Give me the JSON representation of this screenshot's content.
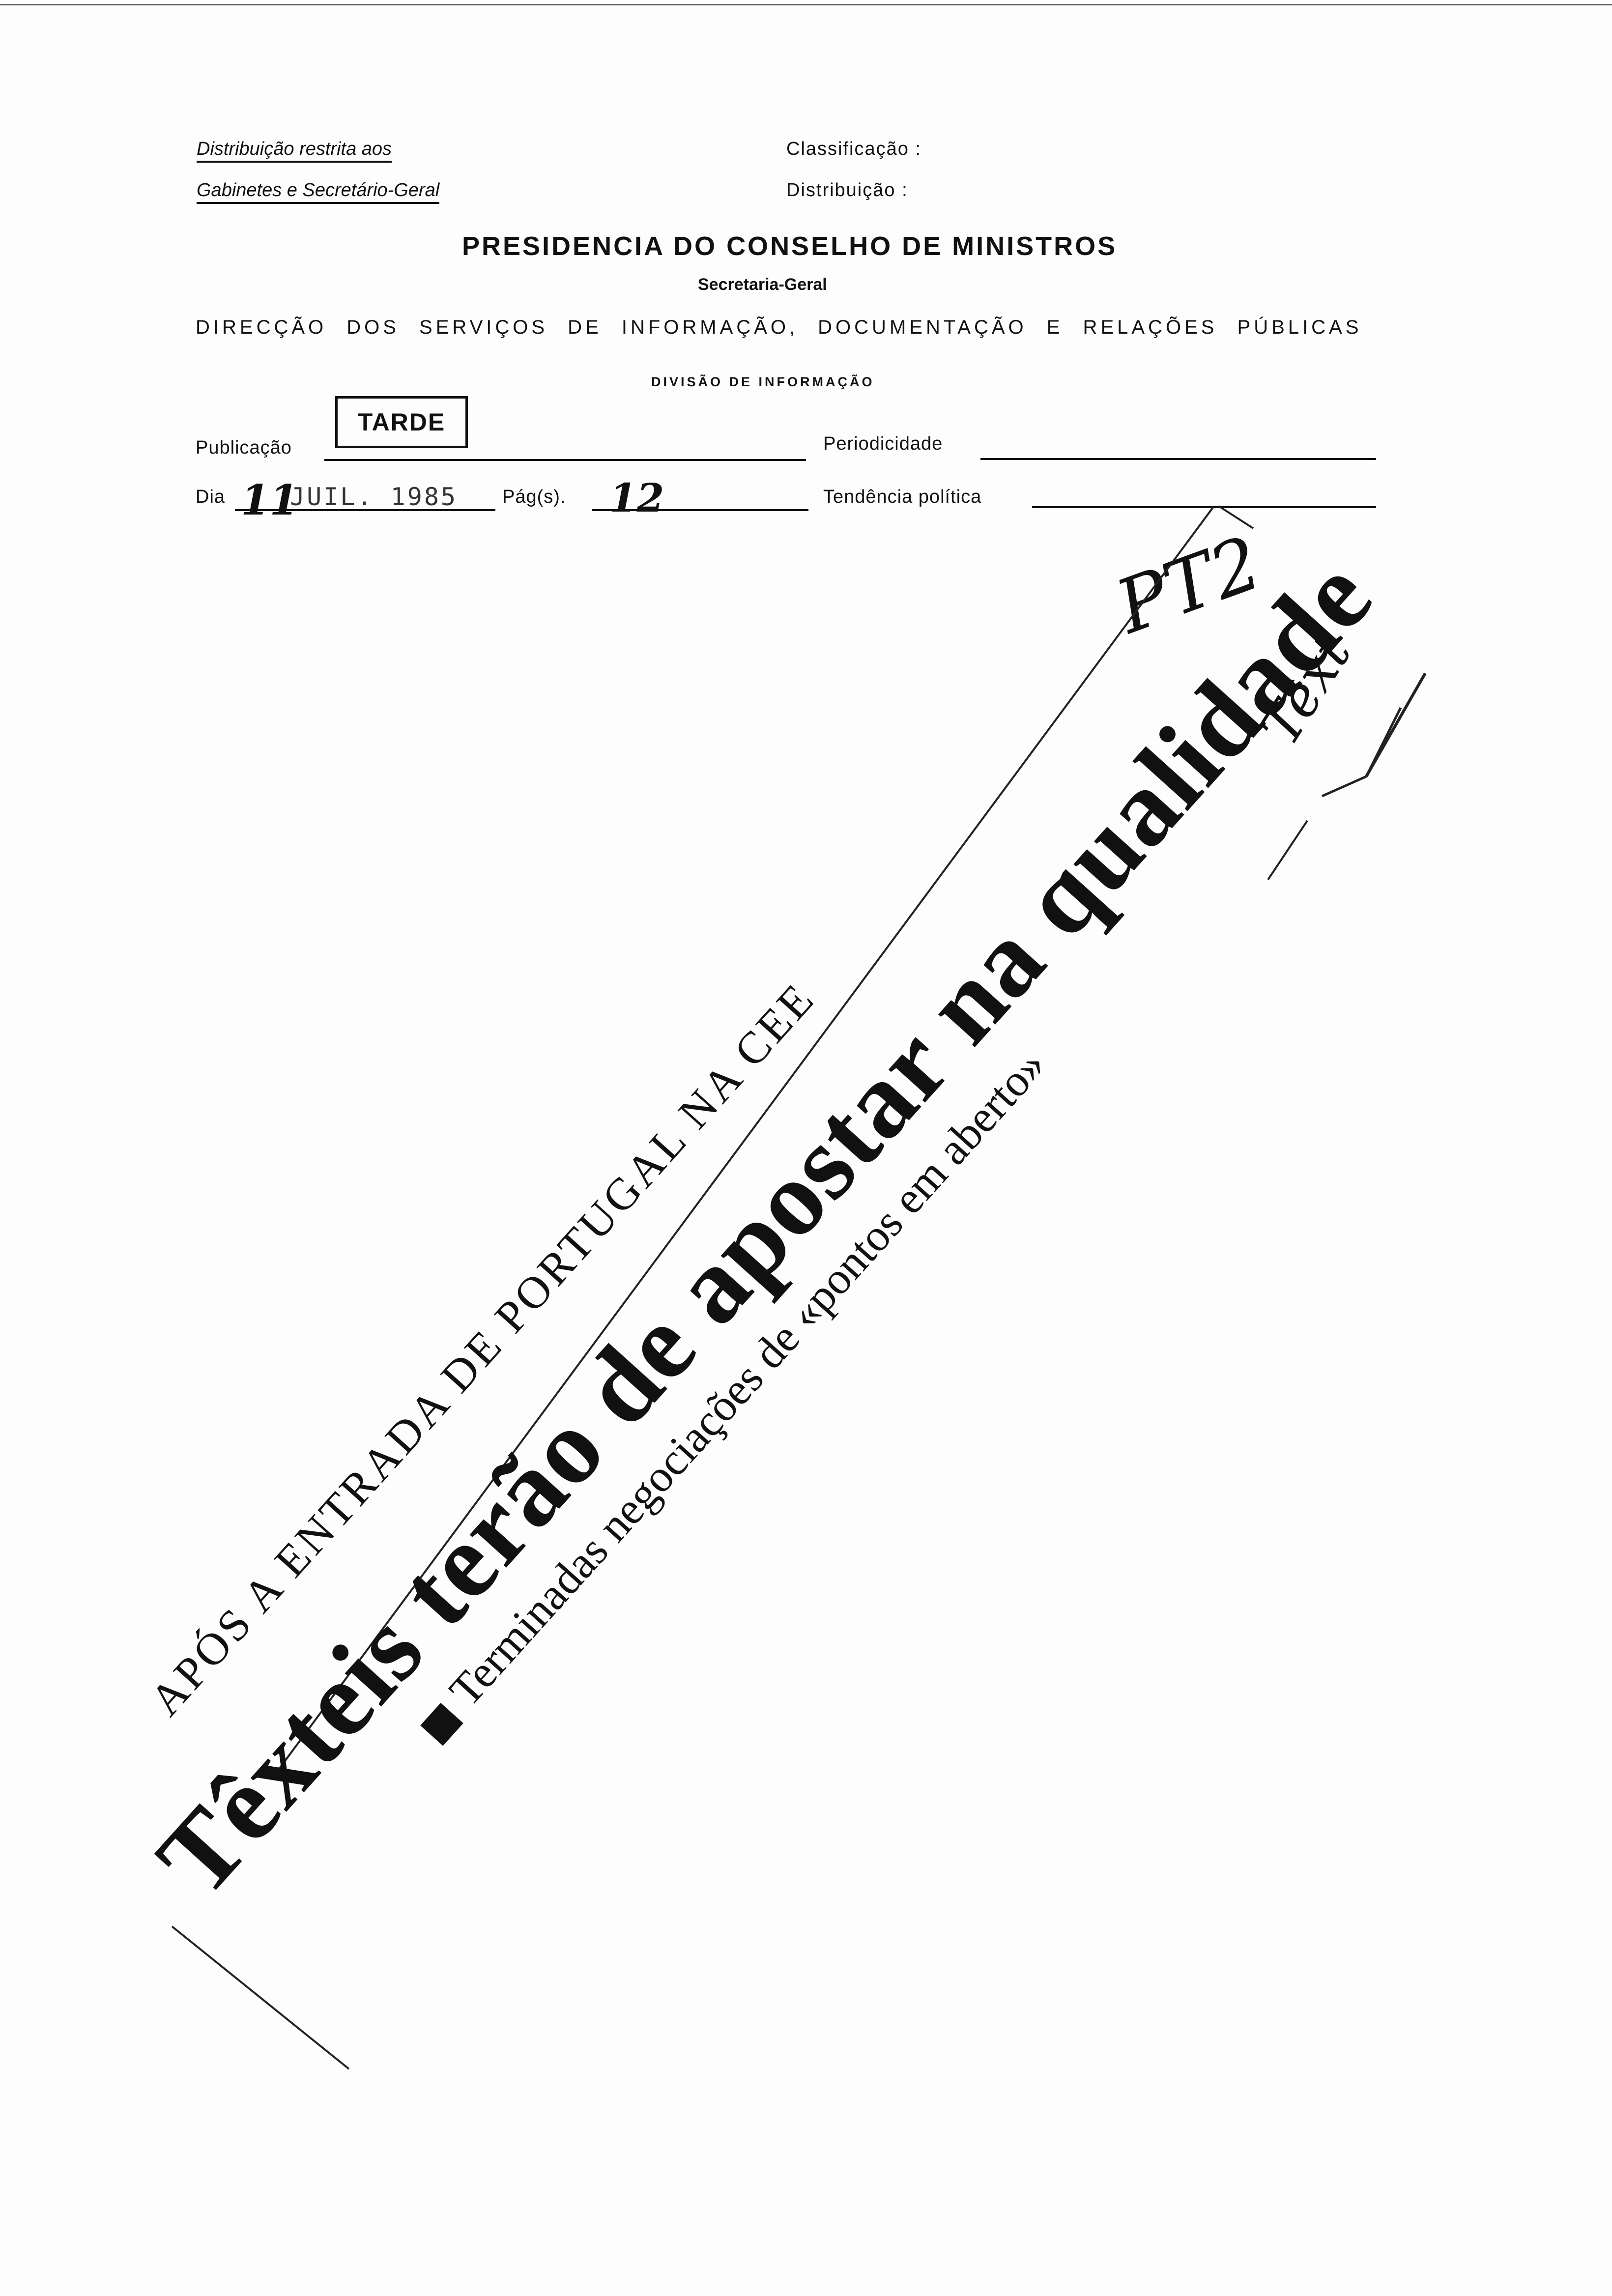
{
  "header": {
    "distribution_line1": "Distribuição restrita aos",
    "distribution_line2": "Gabinetes e Secretário-Geral",
    "classification_label": "Classificação :",
    "distribution_label": "Distribuição :",
    "title": "PRESIDENCIA DO CONSELHO DE MINISTROS",
    "subtitle": "Secretaria-Geral",
    "directorate": "DIRECÇÃO DOS SERVIÇOS DE INFORMAÇÃO, DOCUMENTAÇÃO E RELAÇÕES PÚBLICAS",
    "division": "DIVISÃO DE INFORMAÇÃO"
  },
  "form": {
    "publication_label": "Publicação",
    "publication_stamp": "TARDE",
    "periodicity_label": "Periodicidade",
    "day_label": "Dia",
    "day_handwritten": "11",
    "date_stamp": "JUIL. 1985",
    "pages_label": "Pág(s).",
    "pages_handwritten": "12",
    "political_label": "Tendência política"
  },
  "annotations": {
    "margin_note_1": "PT2",
    "margin_note_2": "Têxt"
  },
  "clipping": {
    "kicker": "APÓS A ENTRADA DE PORTUGAL NA CEE",
    "headline": "Têxteis terão de apostar na qualidade",
    "subheadline": "Terminadas negociações de «pontos em aberto»"
  }
}
